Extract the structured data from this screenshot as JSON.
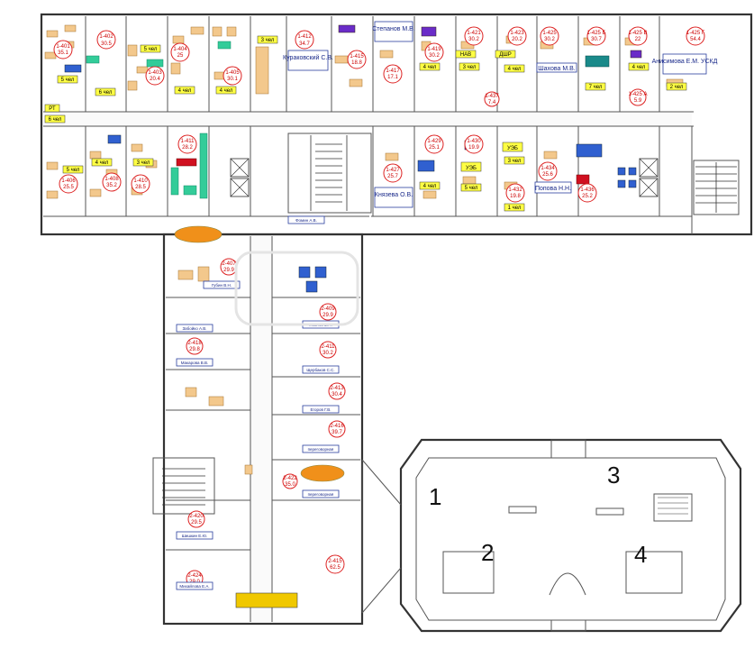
{
  "page_header": "",
  "section_numbers": [
    "1",
    "2",
    "3",
    "4"
  ],
  "rooms": [
    {
      "id": "1-401",
      "area": "35.1"
    },
    {
      "id": "1-402",
      "area": "30.5"
    },
    {
      "id": "1-403",
      "area": "20.4"
    },
    {
      "id": "1-404",
      "area": "25"
    },
    {
      "id": "1-405",
      "area": "30.1"
    },
    {
      "id": "1-412",
      "area": "34.7"
    },
    {
      "id": "1-415",
      "area": "18.8"
    },
    {
      "id": "1-417",
      "area": "17.1"
    },
    {
      "id": "1-419",
      "area": "30.2"
    },
    {
      "id": "1-421",
      "area": "30.2"
    },
    {
      "id": "1-423",
      "area": "20.2"
    },
    {
      "id": "1-425",
      "area": "30.2"
    },
    {
      "id": "1-425 Б",
      "area": "30.7"
    },
    {
      "id": "1-425 В",
      "area": "22"
    },
    {
      "id": "1-425 Г",
      "area": "54.4"
    },
    {
      "id": "1-425 А",
      "area": "5.9"
    },
    {
      "id": "1-406",
      "area": "25.5"
    },
    {
      "id": "1-408",
      "area": "35.2"
    },
    {
      "id": "1-410",
      "area": "28.5"
    },
    {
      "id": "1-411",
      "area": "28.2"
    },
    {
      "id": "1-427",
      "area": "25.7"
    },
    {
      "id": "1-429",
      "area": "25.1"
    },
    {
      "id": "1-430",
      "area": "19.9"
    },
    {
      "id": "1-432",
      "area": "19.8"
    },
    {
      "id": "1-434",
      "area": "25.6"
    },
    {
      "id": "1-436",
      "area": "25.2"
    },
    {
      "id": "1-437",
      "area": "7.4"
    },
    {
      "id": "2-407",
      "area": "29.9"
    },
    {
      "id": "2-409",
      "area": "29.9"
    },
    {
      "id": "2-411",
      "area": "30.2"
    },
    {
      "id": "2-413",
      "area": "30.4"
    },
    {
      "id": "2-415",
      "area": "62.5"
    },
    {
      "id": "2-416",
      "area": "39.7"
    },
    {
      "id": "2-418",
      "area": "29.8"
    },
    {
      "id": "2-420",
      "area": "29.5"
    },
    {
      "id": "2-422",
      "area": "35.0"
    },
    {
      "id": "2-424",
      "area": "29.0"
    }
  ],
  "occupants": {
    "kurakovsky": "Кураковский С.В.",
    "stepanov": "Степанов М.В.",
    "shakhova": "Шахова М.В.",
    "anisimova": "Анисимова Е.М. УСКД",
    "knyazeva": "Князева О.В.",
    "popova": "Попова Н.Н.",
    "fomin": "Фомин А.В.",
    "gubin": "Губин В.Н.",
    "zaboyko": "Забойко А.В.",
    "makarova": "Макарова В.В.",
    "shcherbakov": "Щербаков С.С.",
    "egorov": "Егоров Г.В.",
    "ivanov": "Иванов В.П.",
    "meeting1": "переговорная",
    "meeting2": "переговорная",
    "shishkin": "Шишкин Е.Ю.",
    "mikhailova": "Михайлова Е.А."
  },
  "headcounts": {
    "c1": "5 чел",
    "c2": "6 чел",
    "c3": "5 чел",
    "c4": "4 чел",
    "c5": "4 чел",
    "c6": "3 чел",
    "c7": "4 чел",
    "c8": "3 чел",
    "c9": "4 чел",
    "c10": "7 чел",
    "c11": "4 чел",
    "c12": "2 чел",
    "c13": "6 чел",
    "c14": "5 чел",
    "c15": "4 чел",
    "c16": "3 чел",
    "c17": "3 чел",
    "c18": "5 чел",
    "c19": "1 чел",
    "c20": "4 чел"
  },
  "labels": {
    "ushb1": "УЭБ",
    "ushb2": "УЭБ",
    "dshr": "ДШР",
    "rt": "РТ",
    "nav": "НАВ"
  }
}
